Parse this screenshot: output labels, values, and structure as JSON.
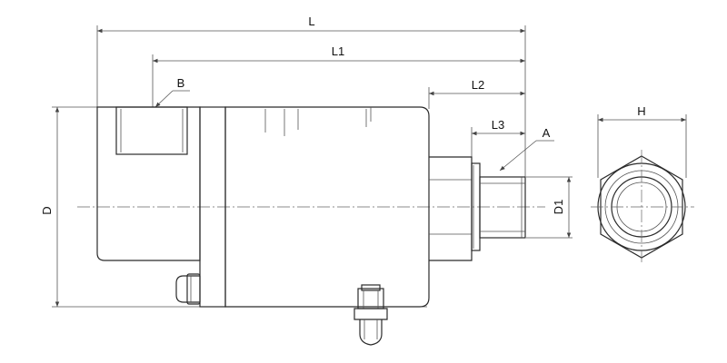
{
  "labels": {
    "L": "L",
    "L1": "L1",
    "L2": "L2",
    "L3": "L3",
    "B": "B",
    "A": "A",
    "D": "D",
    "D1": "D1",
    "H": "H"
  }
}
